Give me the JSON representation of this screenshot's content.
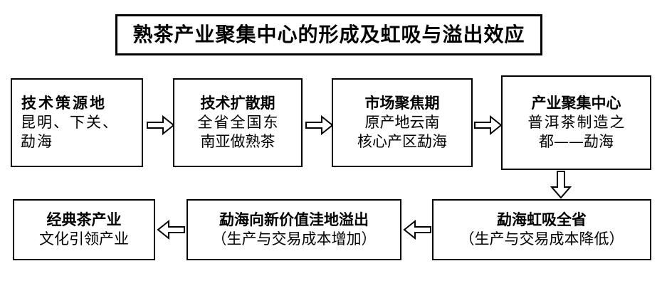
{
  "diagram": {
    "title": "熟茶产业聚集中心的形成及虹吸与溢出效应",
    "colors": {
      "stroke": "#000000",
      "background": "#ffffff",
      "text": "#000000"
    },
    "nodes": [
      {
        "id": "tech-origin",
        "header": "技术策源地",
        "lines": [
          "昆明、下关、",
          "勐海"
        ]
      },
      {
        "id": "tech-diffusion",
        "header": "技术扩散期",
        "lines": [
          "全省全国东",
          "南亚做熟茶"
        ]
      },
      {
        "id": "market-focus",
        "header": "市场聚焦期",
        "lines": [
          "原产地云南",
          "核心产区勐海"
        ]
      },
      {
        "id": "industry-cluster",
        "header": "产业聚集中心",
        "lines": [
          "普洱茶制造之",
          "都——勐海"
        ]
      },
      {
        "id": "menghai-siphon",
        "header": "勐海虹吸全省",
        "lines": [
          "（生产与交易成本降低）"
        ]
      },
      {
        "id": "menghai-spillover",
        "header": "勐海向新价值洼地溢出",
        "lines": [
          "（生产与交易成本增加）"
        ]
      },
      {
        "id": "classic-tea-industry",
        "header": "经典茶产业",
        "lines": [
          "文化引领产业"
        ]
      }
    ],
    "arrows": [
      {
        "id": "arrow-1",
        "direction": "right",
        "from": "tech-origin",
        "to": "tech-diffusion"
      },
      {
        "id": "arrow-2",
        "direction": "right",
        "from": "tech-diffusion",
        "to": "market-focus"
      },
      {
        "id": "arrow-3",
        "direction": "right",
        "from": "market-focus",
        "to": "industry-cluster"
      },
      {
        "id": "arrow-4",
        "direction": "down",
        "from": "industry-cluster",
        "to": "menghai-siphon"
      },
      {
        "id": "arrow-5",
        "direction": "left",
        "from": "menghai-siphon",
        "to": "menghai-spillover"
      },
      {
        "id": "arrow-6",
        "direction": "left",
        "from": "menghai-spillover",
        "to": "classic-tea-industry"
      }
    ]
  }
}
